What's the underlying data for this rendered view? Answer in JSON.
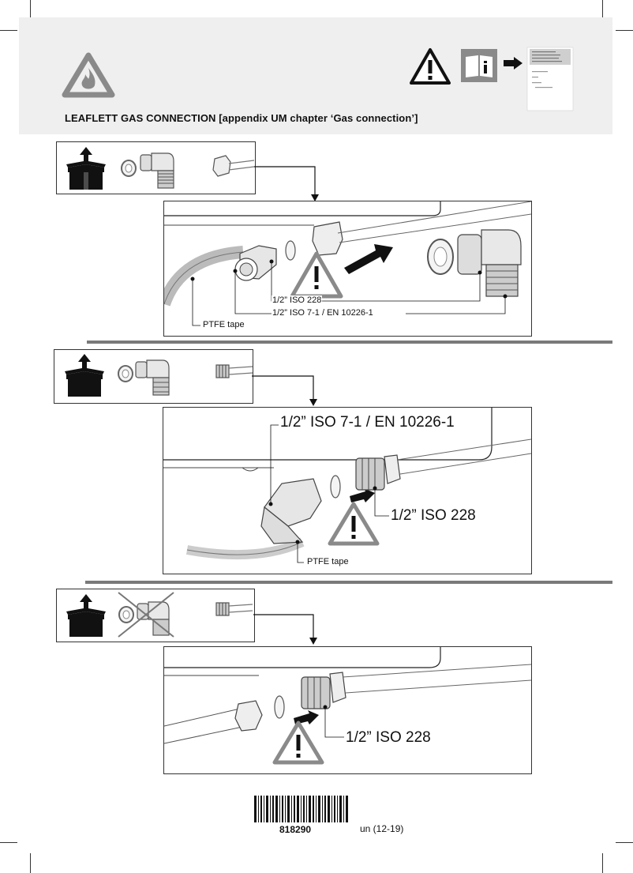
{
  "header": {
    "title": "LEAFLETT GAS CONNECTION [appendix UM chapter ‘Gas connection’]"
  },
  "section1": {
    "label_iso228": "1/2” ISO 228",
    "label_iso71": "1/2” ISO 7-1 / EN 10226-1",
    "label_ptfe": "PTFE tape"
  },
  "section2": {
    "label_iso71": "1/2” ISO 7-1 / EN 10226-1",
    "label_iso228": "1/2” ISO 228",
    "label_ptfe": "PTFE tape"
  },
  "section3": {
    "label_iso228": "1/2” ISO 228"
  },
  "footer": {
    "barcode_number": "818290",
    "revision": "un (12-19)"
  },
  "colors": {
    "header_band": "#efefef",
    "warning_gray": "#8a8a8a",
    "divider_gray": "#7a7a7a"
  }
}
